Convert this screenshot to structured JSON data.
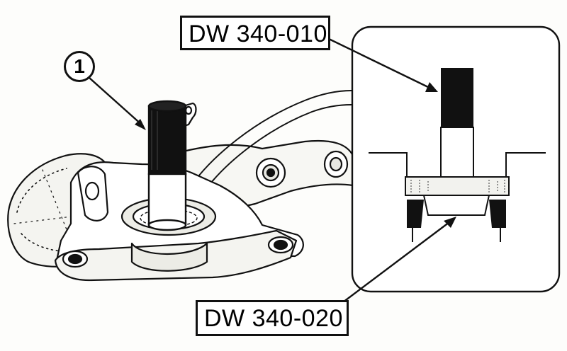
{
  "labels": {
    "callout_number": "1",
    "tool_top": "DW 340-010",
    "tool_bottom": "DW 340-020"
  },
  "colors": {
    "ink": "#111111",
    "paper": "#fdfdfb",
    "hatch": "#555555"
  }
}
